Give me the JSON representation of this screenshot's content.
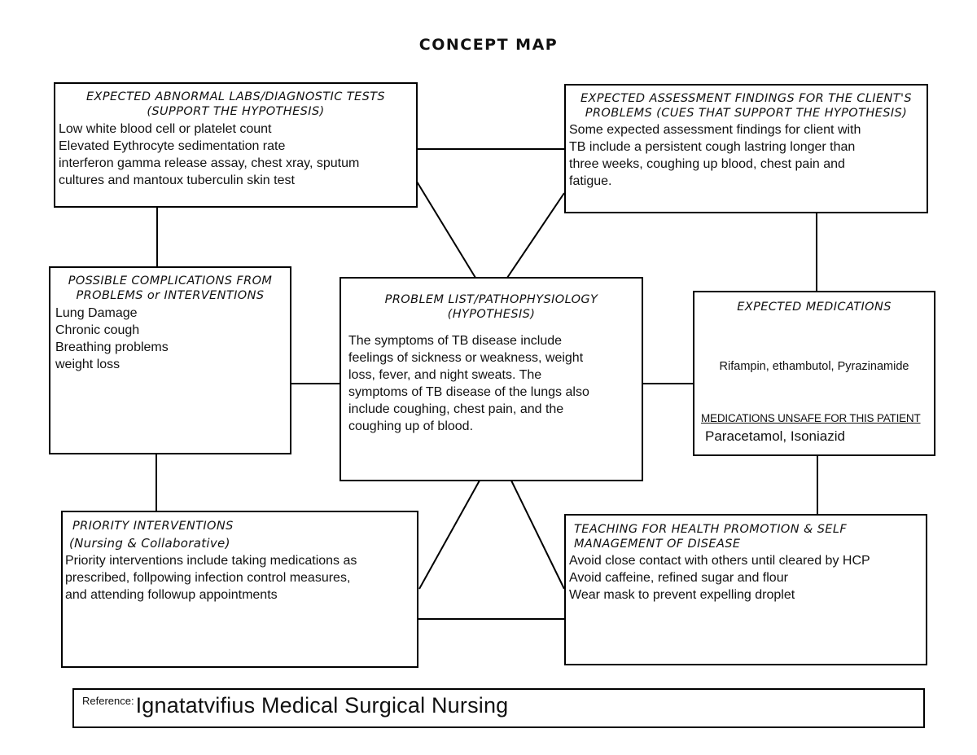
{
  "page": {
    "title": "CONCEPT MAP"
  },
  "boxes": {
    "labs": {
      "title": "EXPECTED ABNORMAL LABS/DIAGNOSTIC TESTS\n(SUPPORT THE HYPOTHESIS)",
      "body": "Low white blood cell or platelet count\nElevated Eythrocyte sedimentation rate\ninterferon gamma release assay, chest xray, sputum\ncultures and mantoux tuberculin skin test"
    },
    "assessment": {
      "title": "EXPECTED ASSESSMENT FINDINGS FOR THE CLIENT'S\nPROBLEMS (CUES THAT SUPPORT THE HYPOTHESIS)",
      "body": "Some expected assessment findings for client with\nTB include a persistent cough lastring longer than\nthree weeks, coughing up blood, chest pain and\nfatigue."
    },
    "complications": {
      "title": "POSSIBLE COMPLICATIONS FROM\nPROBLEMS or INTERVENTIONS",
      "body": "Lung Damage\nChronic cough\nBreathing problems\nweight loss"
    },
    "problem": {
      "title": "PROBLEM LIST/PATHOPHYSIOLOGY\n(HYPOTHESIS)",
      "body": "The symptoms of TB disease include\nfeelings of sickness or weakness, weight\nloss, fever, and night sweats. The\nsymptoms of TB disease of the lungs also\ninclude coughing, chest pain, and the\ncoughing up of blood."
    },
    "medications": {
      "title": "EXPECTED MEDICATIONS",
      "body": "Rifampin, ethambutol, Pyrazinamide",
      "unsafe_heading": "MEDICATIONS UNSAFE FOR THIS PATIENT",
      "unsafe_body": "Paracetamol, Isoniazid"
    },
    "interventions": {
      "title": "PRIORITY INTERVENTIONS",
      "subtitle": "(Nursing & Collaborative)",
      "body": "Priority interventions include taking medications as\nprescribed, follpowing infection control measures,\nand attending followup appointments"
    },
    "teaching": {
      "title": "TEACHING FOR HEALTH PROMOTION & SELF\nMANAGEMENT OF DISEASE",
      "body": "Avoid close contact with others until cleared by HCP\nAvoid caffeine, refined sugar and flour\nWear mask to prevent expelling droplet"
    },
    "reference": {
      "label": "Reference:",
      "text": "Ignatatvifius Medical Surgical Nursing"
    }
  },
  "colors": {
    "line": "#000000",
    "background": "#ffffff",
    "text": "#111111"
  }
}
